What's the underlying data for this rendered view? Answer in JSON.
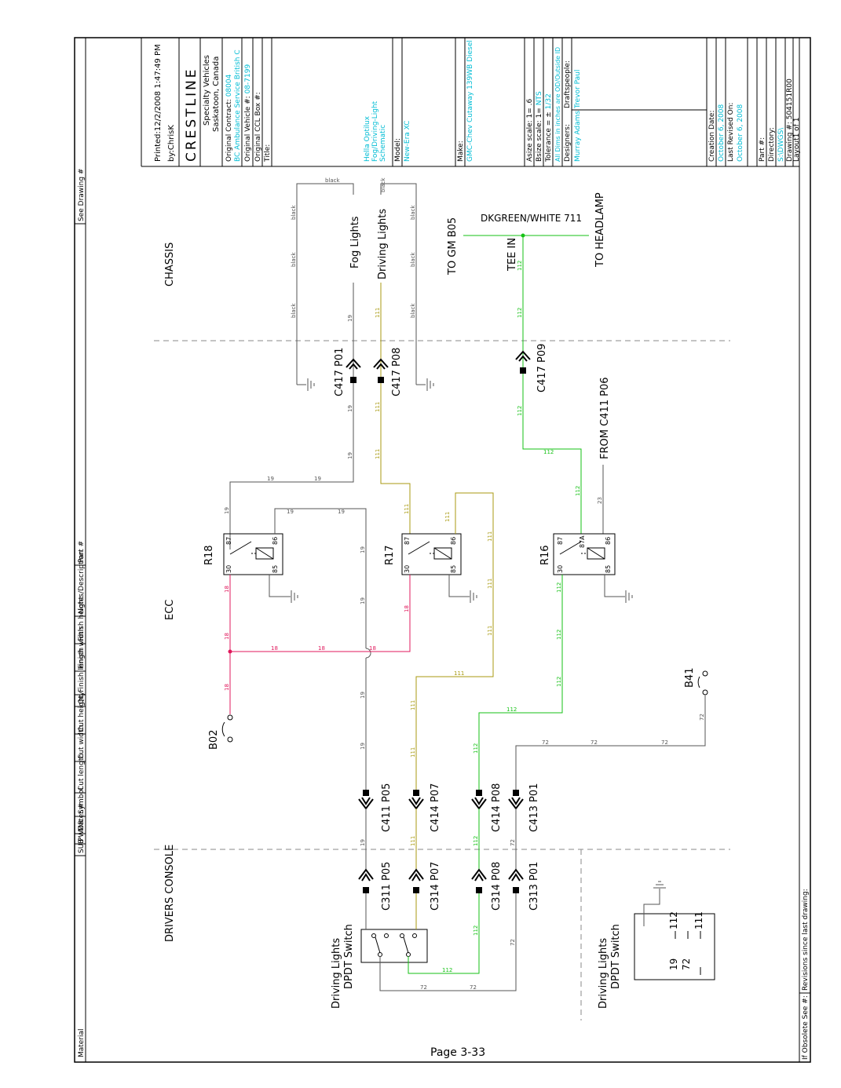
{
  "colors": {
    "line": "#000000",
    "black_wire": "#555555",
    "wire_111": "#a89a10",
    "wire_112": "#16c216",
    "wire_18": "#e0185c",
    "cyan_text": "#00bcd4",
    "dashed": "#8a8a8a"
  },
  "sections": {
    "chassis": "CHASSIS",
    "ecc": "ECC",
    "drivers_console": "DRIVERS CONSOLE"
  },
  "page_footer": "Page 3-33",
  "chassis": {
    "fog_lights": "Fog Lights",
    "driving_lights": "Driving Lights",
    "black_labels": [
      "black",
      "black",
      "black",
      "black",
      "black",
      "black",
      "black",
      "black"
    ],
    "to_gm": "TO GM B05",
    "dkgreen": "DKGREEN/WHITE 711",
    "tee_in": "TEE IN",
    "to_headlamp": "TO HEADLAMP",
    "from_c411": "FROM C411 P06"
  },
  "connectors": {
    "c417_p01": "C417 P01",
    "c417_p08": "C417 P08",
    "c417_p09": "C417 P09",
    "c411_p05": "C411 P05",
    "c414_p07": "C414 P07",
    "c414_p08": "C414 P08",
    "c413_p01": "C413 P01",
    "c311_p05": "C311 P05",
    "c314_p07": "C314 P07",
    "c314_p08": "C314 P08",
    "c313_p01": "C313 P01"
  },
  "relays": [
    {
      "name": "R18",
      "pins": [
        "87",
        "86",
        "30",
        "85"
      ]
    },
    {
      "name": "R17",
      "pins": [
        "87",
        "86",
        "30",
        "85"
      ]
    },
    {
      "name": "R16",
      "pins": [
        "87",
        "87A",
        "86",
        "30",
        "85"
      ]
    }
  ],
  "splices": {
    "b02": "B02",
    "b41": "B41"
  },
  "wire_numbers": {
    "w19": "19",
    "w111": "111",
    "w112": "112",
    "w18": "18",
    "w72": "72",
    "w23": "23",
    "black": "black"
  },
  "switch": {
    "title_line1": "Driving Lights",
    "title_line2": "DPDT Switch",
    "legend_title_line1": "Driving Lights",
    "legend_title_line2": "DPDT Switch",
    "legend": [
      "19",
      "72",
      "112",
      "111"
    ]
  },
  "title_block": {
    "printed": "Printed:12/2/2008 1:47:49 PM",
    "by": "by:ChrisK",
    "logo_text": "CRESTLINE",
    "company_line1": "Specialty Vehicles",
    "company_line2": "Saskatoon, Canada",
    "orig_contract_label": "Original Contract:",
    "orig_contract_value": "08004",
    "cyan_row": "BC Ambulance Service British C",
    "orig_vehicle_label": "Original Vehicle #:",
    "orig_vehicle_value": "08-7199",
    "ccl_box": "Original CCL Box #:",
    "title_label": "Title:",
    "title_lines": [
      "Hella Optilux",
      "Fog/Driving-Light",
      "Schematic"
    ],
    "model_label": "Model:",
    "model_value": "New-Era XC",
    "make_label": "Make:",
    "make_value": "GMC-Chev Cutaway 139WB Diesel",
    "asize": "Asize scale: 1= .6",
    "bsize_label": "Bsize scale: 1=",
    "bsize_value": "NTS",
    "tolerance_label": "Tolerance = ±",
    "tolerance_value": "1/32",
    "dims_value": "All Dims in inches are OD/Outside ID",
    "designers_label": "Designers:",
    "designers_value": "Murray Adams",
    "drafts_label": "Draftspeople:",
    "drafts_value": "Trevor Paul",
    "creation_label": "Creation Date:",
    "creation_value": "October 6, 2008",
    "revised_label": "Last Revised On:",
    "revised_value": "October 6, 2008",
    "part_label": "Part #:",
    "directory_label": "Directory:",
    "directory_value": "S:\\DWGS\\",
    "drawing_label": "Drawing #:",
    "drawing_value": "504151R00",
    "layout": "Layout1 of 1"
  },
  "header_columns": [
    "Material",
    "SUB",
    "PWDR",
    "Mater.#",
    "Symbol",
    "Cut length",
    "Cut width",
    "Cut height",
    "Qty",
    "Finish length",
    "Finish width",
    "Finish height",
    "Notes/Description",
    "Part #",
    "See Drawing #"
  ],
  "bottom_row": {
    "obsolete": "If Obsolete See #:",
    "revisions": "Revisions since last drawing:"
  }
}
